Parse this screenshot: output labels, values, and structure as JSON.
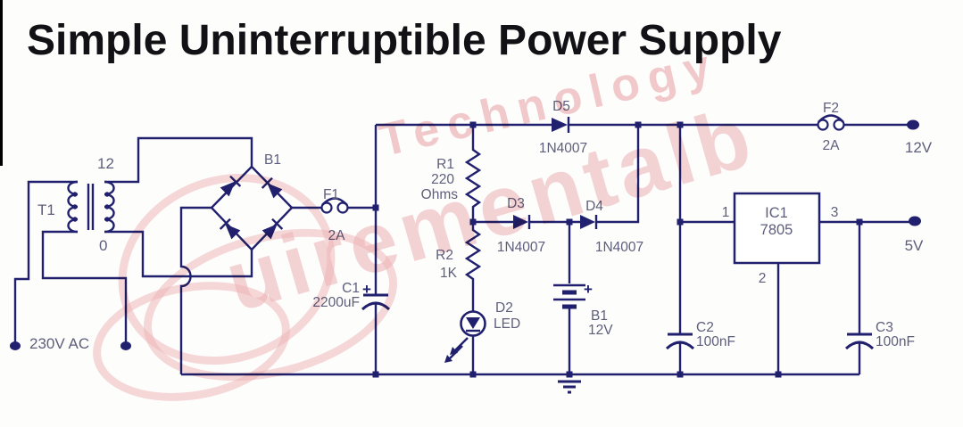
{
  "title": "Simple Uninterruptible Power Supply",
  "colors": {
    "wire": "#20206e",
    "label": "#5e5e7c",
    "title": "#121216",
    "watermark_pink": "#e9a0a6"
  },
  "watermark": {
    "word1": "Technology",
    "word2": "uirementalb"
  },
  "schematic": {
    "transformer": {
      "ref": "T1",
      "tap_top": "12",
      "tap_bottom": "0",
      "input_label": "230V AC"
    },
    "bridge": {
      "ref": "B1"
    },
    "f1": {
      "ref": "F1",
      "rating": "2A"
    },
    "f2": {
      "ref": "F2",
      "rating": "2A"
    },
    "c1": {
      "ref": "C1",
      "value": "2200uF",
      "polarity": "+"
    },
    "c2": {
      "ref": "C2",
      "value": "100nF"
    },
    "c3": {
      "ref": "C3",
      "value": "100nF"
    },
    "r1": {
      "ref": "R1",
      "value": "220",
      "unit": "Ohms"
    },
    "r2": {
      "ref": "R2",
      "value": "1K"
    },
    "d2": {
      "ref": "D2",
      "type": "LED"
    },
    "d3": {
      "ref": "D3",
      "part": "1N4007"
    },
    "d4": {
      "ref": "D4",
      "part": "1N4007"
    },
    "d5": {
      "ref": "D5",
      "part": "1N4007"
    },
    "battery": {
      "ref": "B1",
      "value": "12V",
      "polarity": "+"
    },
    "ic1": {
      "ref": "IC1",
      "part": "7805",
      "pin1": "1",
      "pin2": "2",
      "pin3": "3"
    },
    "out_12v": "12V",
    "out_5v": "5V"
  }
}
